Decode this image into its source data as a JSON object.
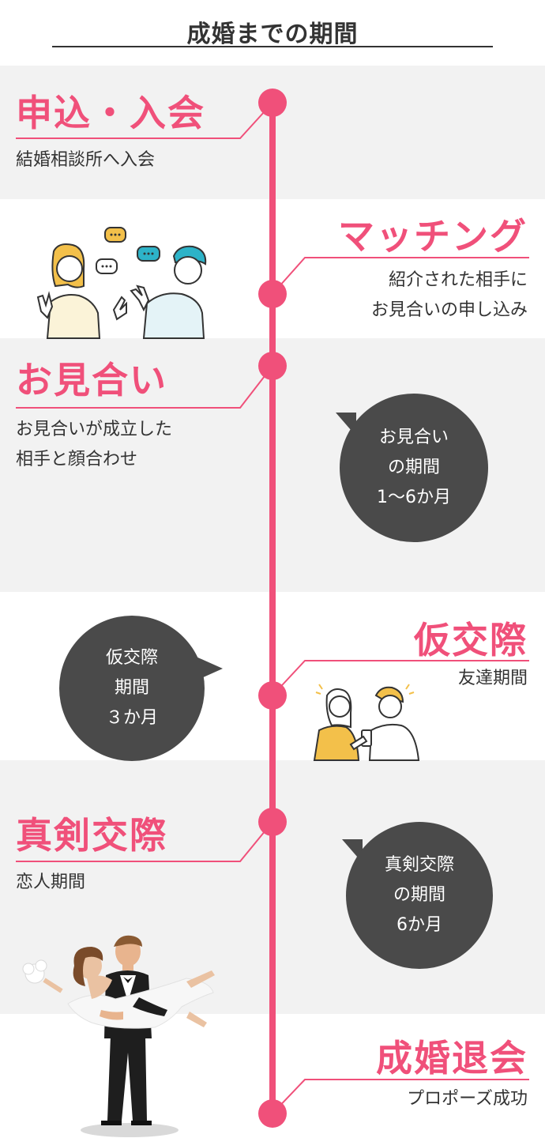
{
  "title": "成婚までの期間",
  "colors": {
    "accent": "#f0507a",
    "band_gray": "#f2f2f2",
    "bubble": "#4a4a4a",
    "text": "#333333"
  },
  "steps": [
    {
      "title": "申込・入会",
      "desc": "結婚相談所へ入会"
    },
    {
      "title": "マッチング",
      "desc": "紹介された相手に\nお見合いの申し込み"
    },
    {
      "title": "お見合い",
      "desc": "お見合いが成立した\n相手と顔合わせ"
    },
    {
      "title": "仮交際",
      "desc": "友達期間"
    },
    {
      "title": "真剣交際",
      "desc": "恋人期間"
    },
    {
      "title": "成婚退会",
      "desc": "プロポーズ成功"
    }
  ],
  "bubbles": [
    {
      "text": "お見合い\nの期間\n1〜6か月"
    },
    {
      "text": "仮交際\n期間\n３か月"
    },
    {
      "text": "真剣交際\nの期間\n6か月"
    }
  ],
  "icons": {
    "matching": "couple-chatting-illustration",
    "karikousai": "couple-looking-at-phone-illustration",
    "seikon": "groom-carrying-bride-illustration"
  }
}
